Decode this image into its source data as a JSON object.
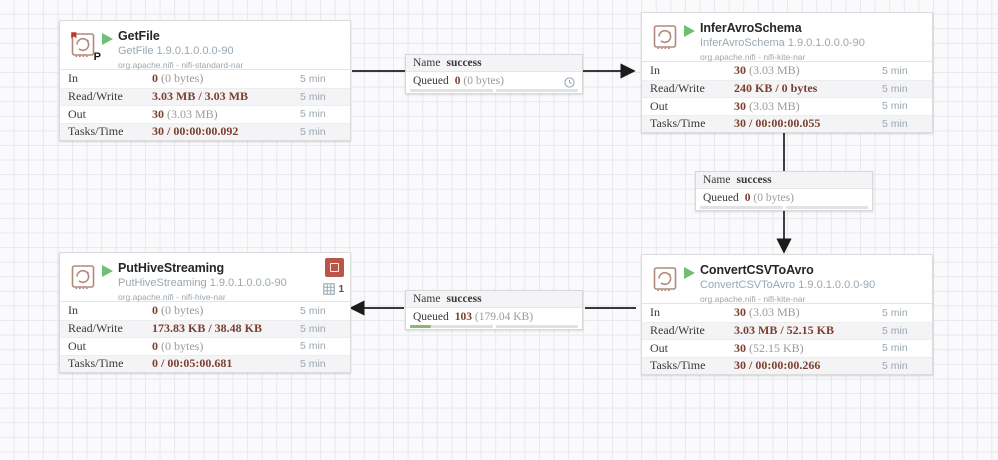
{
  "canvas": {
    "grid_color": "#e6e8ec",
    "background": "#fafafc"
  },
  "processors": [
    {
      "id": "getfile",
      "name": "GetFile",
      "type": "GetFile 1.9.0.1.0.0.0-90",
      "bundle": "org.apache.nifi - nifi-standard-nar",
      "state": "running",
      "run_icon": "play-icon",
      "primary_node_marker": "P",
      "has_bulletin": false,
      "bulletin_icon": null,
      "thread_count": null,
      "stats": [
        {
          "label": "In",
          "value": "0",
          "detail": "(0 bytes)",
          "time": "5 min"
        },
        {
          "label": "Read/Write",
          "value": "3.03 MB / 3.03 MB",
          "detail": "",
          "time": "5 min"
        },
        {
          "label": "Out",
          "value": "30",
          "detail": "(3.03 MB)",
          "time": "5 min"
        },
        {
          "label": "Tasks/Time",
          "value": "30 / 00:00:00.092",
          "detail": "",
          "time": "5 min"
        }
      ]
    },
    {
      "id": "inferavroschema",
      "name": "InferAvroSchema",
      "type": "InferAvroSchema 1.9.0.1.0.0.0-90",
      "bundle": "org.apache.nifi - nifi-kite-nar",
      "state": "running",
      "run_icon": "play-icon",
      "primary_node_marker": null,
      "has_bulletin": false,
      "bulletin_icon": null,
      "thread_count": null,
      "stats": [
        {
          "label": "In",
          "value": "30",
          "detail": "(3.03 MB)",
          "time": "5 min"
        },
        {
          "label": "Read/Write",
          "value": "240 KB / 0 bytes",
          "detail": "",
          "time": "5 min"
        },
        {
          "label": "Out",
          "value": "30",
          "detail": "(3.03 MB)",
          "time": "5 min"
        },
        {
          "label": "Tasks/Time",
          "value": "30 / 00:00:00.055",
          "detail": "",
          "time": "5 min"
        }
      ]
    },
    {
      "id": "convertcsvtoavro",
      "name": "ConvertCSVToAvro",
      "type": "ConvertCSVToAvro 1.9.0.1.0.0.0-90",
      "bundle": "org.apache.nifi - nifi-kite-nar",
      "state": "running",
      "run_icon": "play-icon",
      "primary_node_marker": null,
      "has_bulletin": false,
      "bulletin_icon": null,
      "thread_count": null,
      "stats": [
        {
          "label": "In",
          "value": "30",
          "detail": "(3.03 MB)",
          "time": "5 min"
        },
        {
          "label": "Read/Write",
          "value": "3.03 MB / 52.15 KB",
          "detail": "",
          "time": "5 min"
        },
        {
          "label": "Out",
          "value": "30",
          "detail": "(52.15 KB)",
          "time": "5 min"
        },
        {
          "label": "Tasks/Time",
          "value": "30 / 00:00:00.266",
          "detail": "",
          "time": "5 min"
        }
      ]
    },
    {
      "id": "puthivestreaming",
      "name": "PutHiveStreaming",
      "type": "PutHiveStreaming 1.9.0.1.0.0.0-90",
      "bundle": "org.apache.nifi - nifi-hive-nar",
      "state": "running",
      "run_icon": "play-icon",
      "primary_node_marker": null,
      "has_bulletin": true,
      "bulletin_icon": "bulletin-icon",
      "bulletin_color": "#ba554a",
      "thread_count": "1",
      "stats": [
        {
          "label": "In",
          "value": "0",
          "detail": "(0 bytes)",
          "time": "5 min"
        },
        {
          "label": "Read/Write",
          "value": "173.83 KB / 38.48 KB",
          "detail": "",
          "time": "5 min"
        },
        {
          "label": "Out",
          "value": "0",
          "detail": "(0 bytes)",
          "time": "5 min"
        },
        {
          "label": "Tasks/Time",
          "value": "0 / 00:05:00.681",
          "detail": "",
          "time": "5 min"
        }
      ]
    }
  ],
  "connections": [
    {
      "id": "conn-getfile-to-infer",
      "name_label": "Name",
      "name_value": "success",
      "queued_label": "Queued",
      "queued_count": "0",
      "queued_size": "(0 bytes)",
      "has_expiration_icon": true,
      "expiration_icon": "clock-icon",
      "gauge_filled": false
    },
    {
      "id": "conn-infer-to-convert",
      "name_label": "Name",
      "name_value": "success",
      "queued_label": "Queued",
      "queued_count": "0",
      "queued_size": "(0 bytes)",
      "has_expiration_icon": false,
      "expiration_icon": null,
      "gauge_filled": false
    },
    {
      "id": "conn-convert-to-puthive",
      "name_label": "Name",
      "name_value": "success",
      "queued_label": "Queued",
      "queued_count": "103",
      "queued_size": "(179.04 KB)",
      "has_expiration_icon": false,
      "expiration_icon": null,
      "gauge_filled": true
    }
  ]
}
